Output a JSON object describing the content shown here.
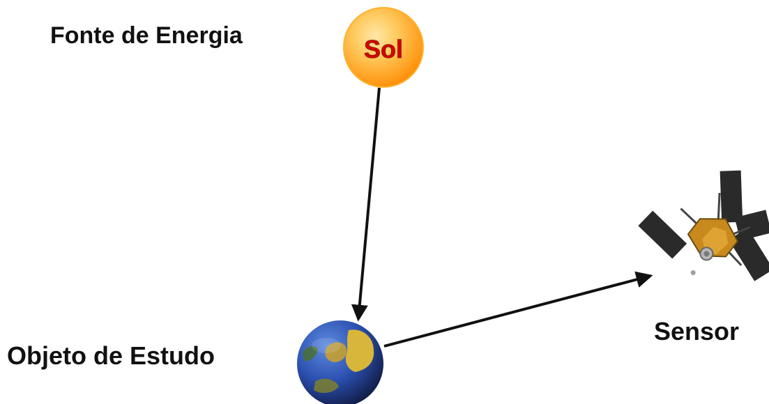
{
  "diagram": {
    "labels": {
      "energy_source": "Fonte de Energia",
      "study_object": "Objeto de Estudo",
      "sensor": "Sensor"
    },
    "nodes": {
      "sun": {
        "text": "Sol",
        "icon": "sun-icon"
      },
      "earth": {
        "icon": "earth-globe-icon"
      },
      "satellite": {
        "icon": "satellite-icon"
      }
    },
    "arrows": [
      {
        "from": "sun",
        "to": "earth"
      },
      {
        "from": "earth",
        "to": "satellite"
      }
    ],
    "colors": {
      "sun_outer": "#FF9A1F",
      "sun_inner": "#FFD070",
      "sun_text": "#D80000",
      "ocean": "#1F3E8F",
      "land": "#D8B63A",
      "arrow": "#111111",
      "satellite_body": "#C88A1D",
      "satellite_panel": "#2A2A2A"
    }
  }
}
